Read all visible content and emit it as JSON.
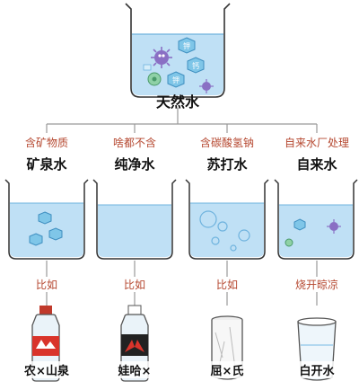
{
  "top": {
    "title": "天然水"
  },
  "columns": [
    {
      "property": "含矿物质",
      "name": "矿泉水",
      "link": "比如",
      "example": "农×山泉",
      "container_icon": "water-bottle-icon",
      "contents": "ions"
    },
    {
      "property": "啥都不含",
      "name": "纯净水",
      "link": "比如",
      "example": "娃哈×",
      "container_icon": "water-bottle-icon",
      "contents": "none"
    },
    {
      "property": "含碳酸氢钠",
      "name": "苏打水",
      "link": "比如",
      "example": "屈×氏",
      "container_icon": "can-icon",
      "contents": "bubbles"
    },
    {
      "property": "自来水厂处理",
      "name": "自来水",
      "link": "烧开晾凉",
      "example": "白开水",
      "container_icon": "glass-icon",
      "contents": "mixed"
    }
  ],
  "ion_labels": [
    "钾",
    "钙",
    "钾"
  ],
  "colors": {
    "water": "#bfe0f5",
    "water_dark": "#8ec7ea",
    "ion": "#7fc6e8",
    "germ": "#8a6fc4",
    "link_red": "#b5472f",
    "connector": "#999999"
  }
}
